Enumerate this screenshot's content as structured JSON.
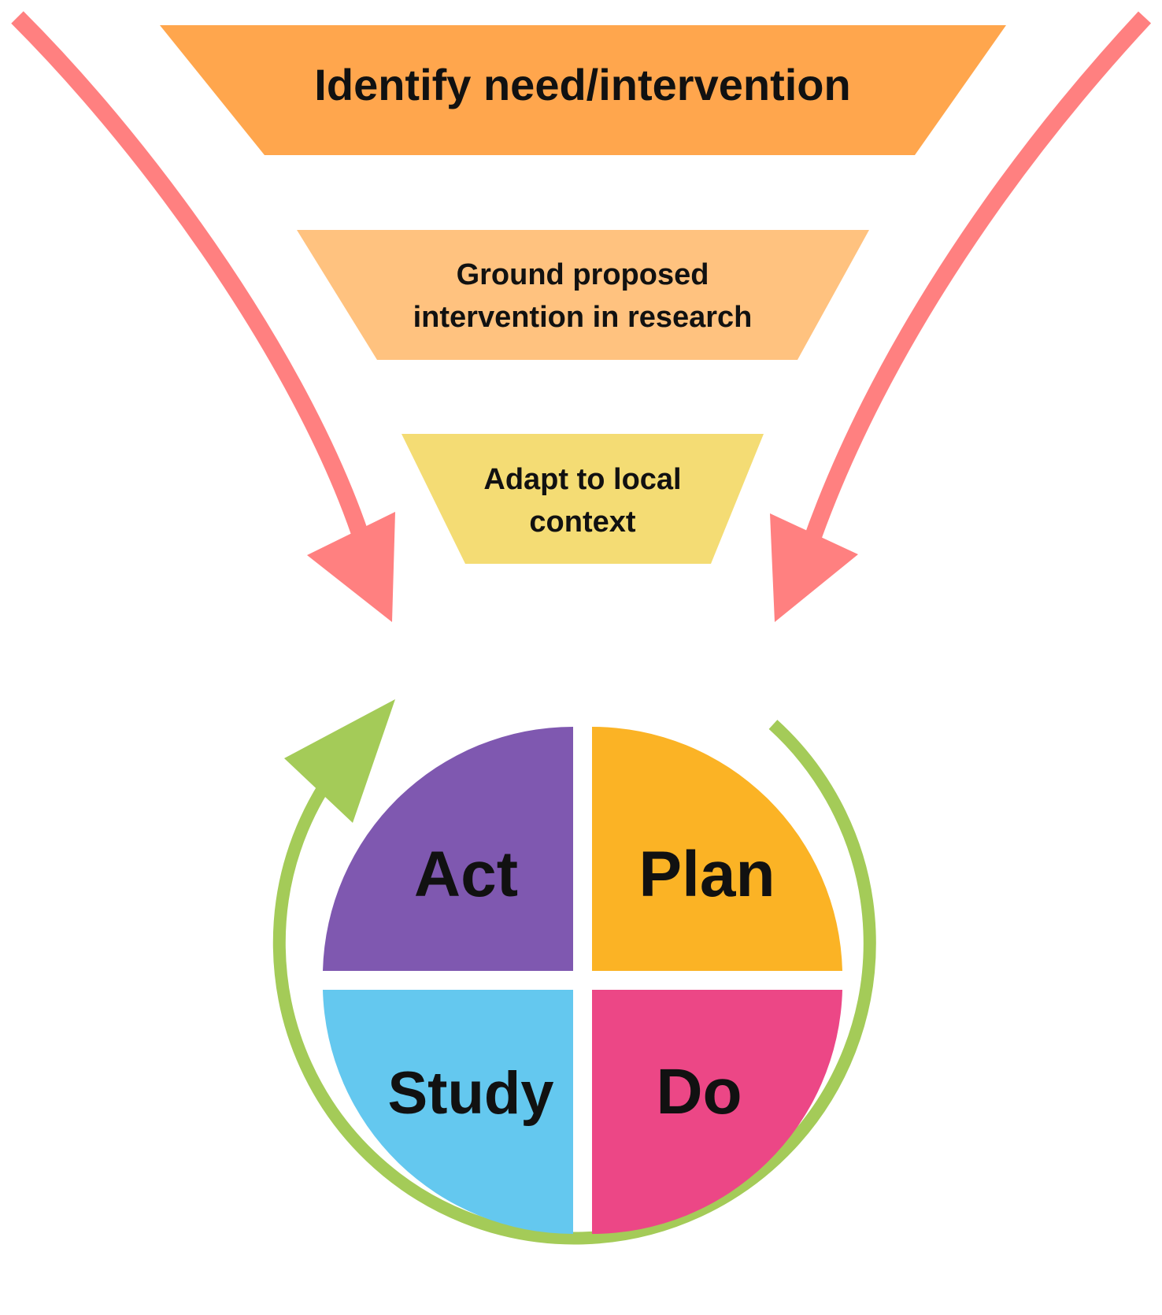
{
  "funnel": {
    "stages": [
      {
        "lines": [
          "Identify need/intervention"
        ],
        "color": "#FFA64D"
      },
      {
        "lines": [
          "Ground proposed",
          "intervention in research"
        ],
        "color": "#FFC27F"
      },
      {
        "lines": [
          "Adapt to local",
          "context"
        ],
        "color": "#F4DC74"
      }
    ],
    "arrow_color": "#FF8080"
  },
  "cycle": {
    "quadrants": {
      "act": {
        "label": "Act",
        "color": "#7F58B0"
      },
      "plan": {
        "label": "Plan",
        "color": "#FBB325"
      },
      "study": {
        "label": "Study",
        "color": "#64C8EF"
      },
      "do": {
        "label": "Do",
        "color": "#EC4786"
      }
    },
    "ring_color": "#A4CB58"
  }
}
